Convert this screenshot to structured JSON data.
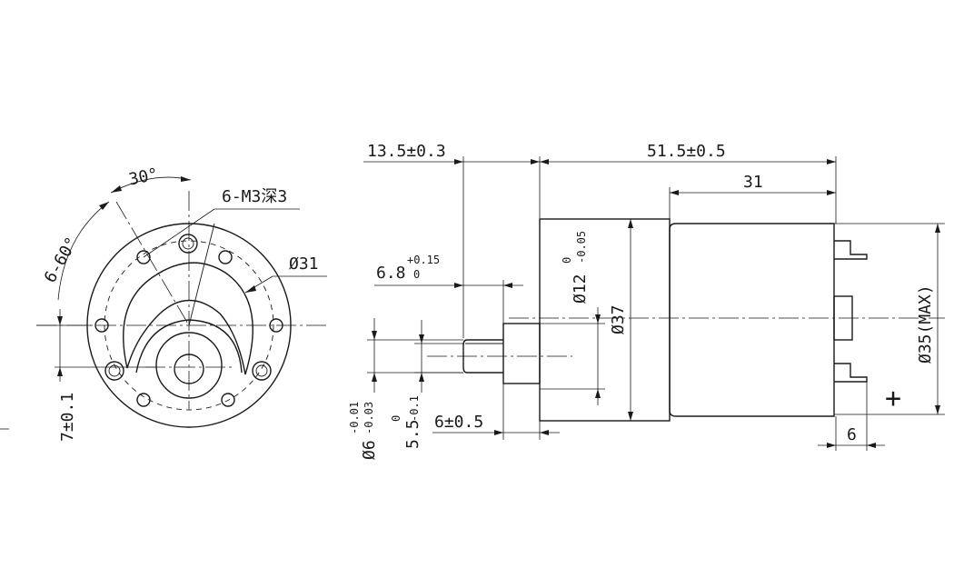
{
  "front_view": {
    "angle_30": "30°",
    "angle_60": "6-60°",
    "tapped_holes": "6-M3深3",
    "pcd": "Ø31",
    "offset": "7±0.1"
  },
  "side_view": {
    "shaft_length": "13.5±0.3",
    "overall_length": "51.5±0.5",
    "motor_length": "31",
    "flat_length_base": "6.8",
    "flat_length_tol_upper": "+0.15",
    "flat_length_tol_lower": "0",
    "boss_dia_base": "Ø12",
    "boss_dia_tol_upper": "0",
    "boss_dia_tol_lower": "-0.05",
    "gearbox_dia": "Ø37",
    "motor_dia": "Ø35(MAX)",
    "shaft_dia_base": "Ø6",
    "shaft_dia_tol_upper": "-0.01",
    "shaft_dia_tol_lower": "-0.03",
    "flat_dim_base": "5.5",
    "flat_dim_tol_upper": "0",
    "flat_dim_tol_lower": "-0.1",
    "boss_length": "6±0.5",
    "terminal_length": "6",
    "plus_sign": "+"
  }
}
